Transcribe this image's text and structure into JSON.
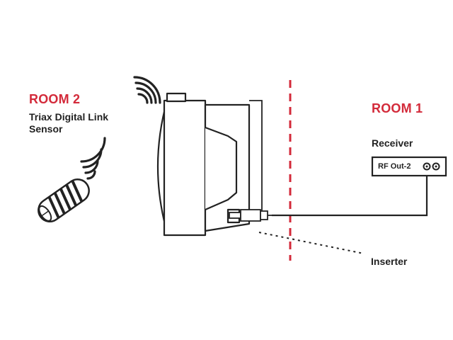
{
  "room2": {
    "title": "ROOM 2",
    "sensor_line1": "Triax Digital Link",
    "sensor_line2": "Sensor"
  },
  "room1": {
    "title": "ROOM 1",
    "receiver_label": "Receiver",
    "port_label": "RF Out-2"
  },
  "inserter_label": "Inserter",
  "colors": {
    "room_title": "#d32a3a",
    "divider": "#d32a3a",
    "line": "#222222"
  }
}
